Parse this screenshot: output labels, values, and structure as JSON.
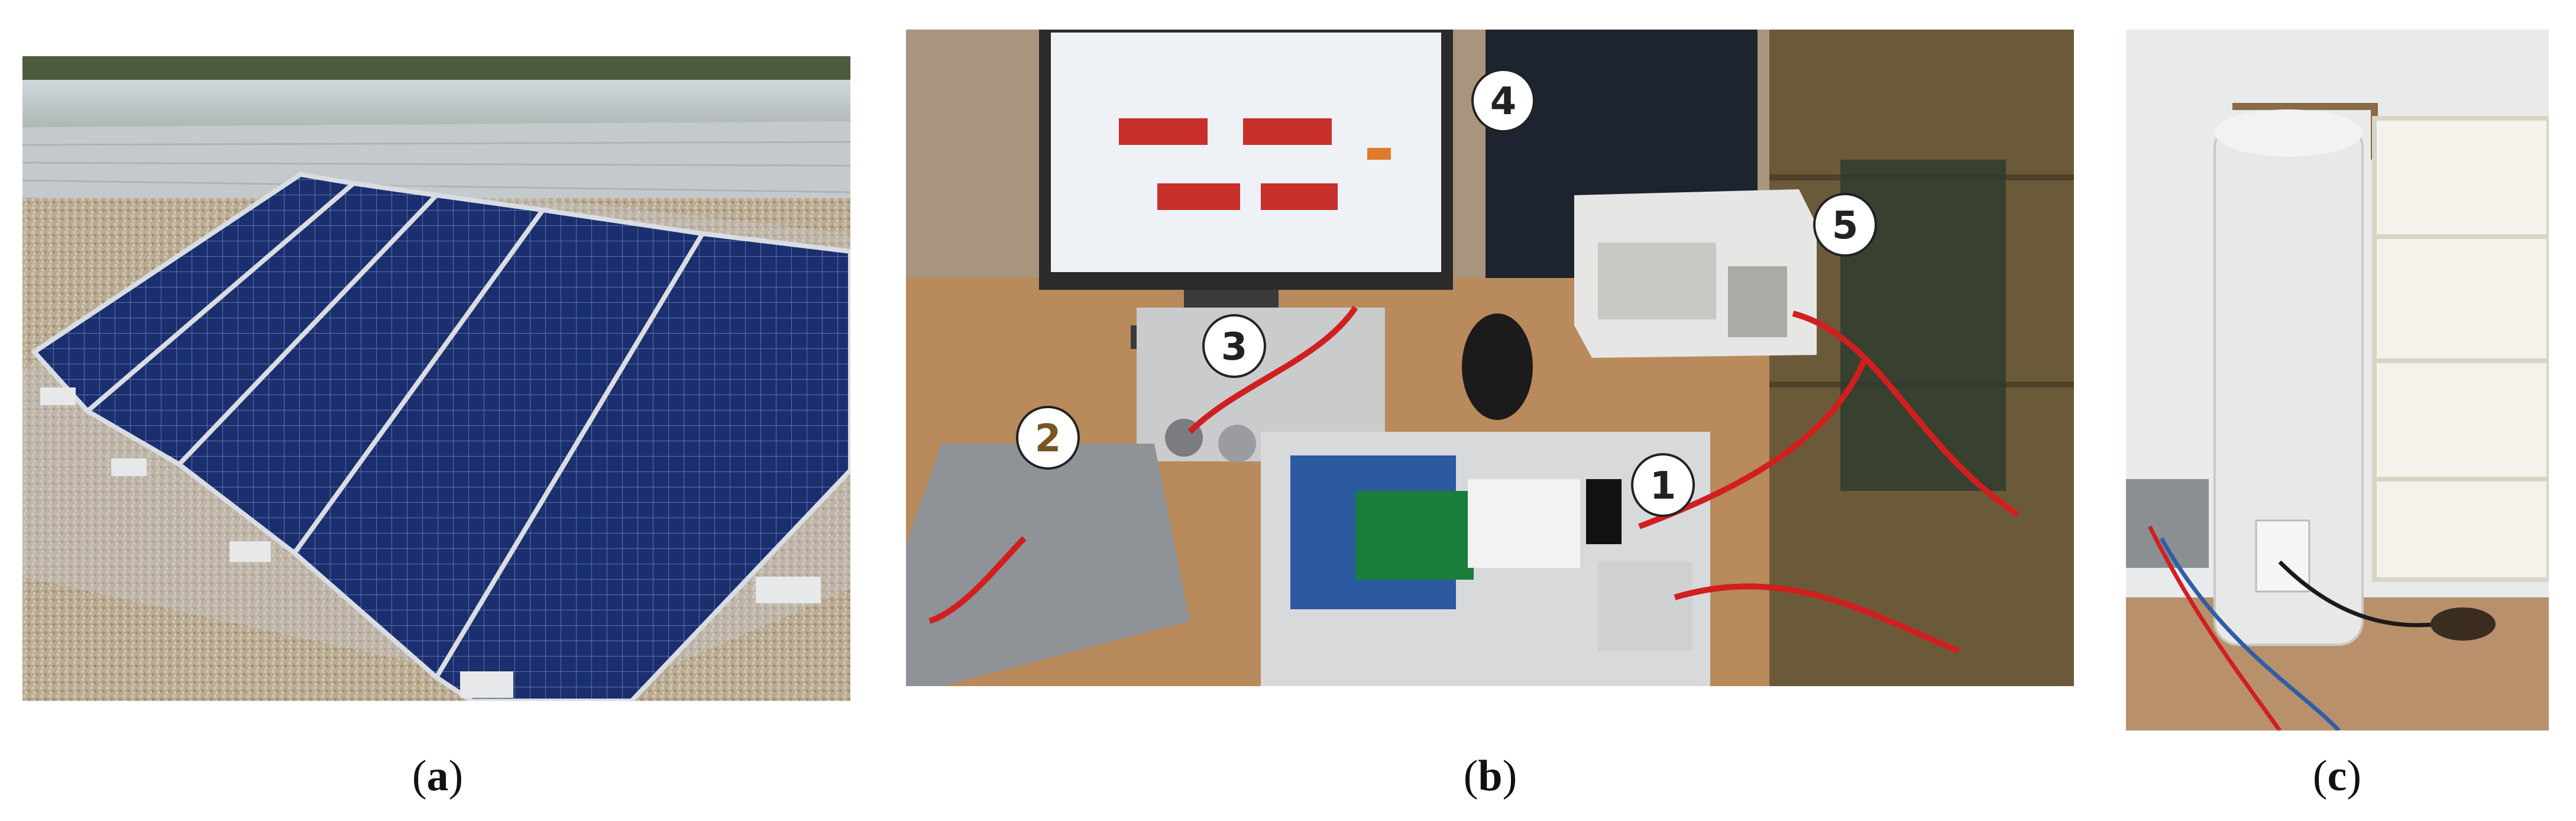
{
  "panels": [
    {
      "id": "a",
      "caption_open": "(",
      "caption_letter": "a",
      "caption_close": ")",
      "subject": "rooftop photovoltaic panel array"
    },
    {
      "id": "b",
      "caption_open": "(",
      "caption_letter": "b",
      "caption_close": ")",
      "subject": "laboratory test bench",
      "markers": [
        "1",
        "2",
        "3",
        "4",
        "5"
      ]
    },
    {
      "id": "c",
      "caption_open": "(",
      "caption_letter": "c",
      "caption_close": ")",
      "subject": "electric water heater tank"
    }
  ],
  "colors": {
    "panel_blue": "#1b2f6e",
    "cell_line": "#6f86c4",
    "frame": "#d9dde3",
    "gravel": "#b8a88f",
    "table_wood": "#b9895a",
    "wire_red": "#d11f1f",
    "enclosure_grey": "#d3d6da",
    "tank_white": "#e8e8e6"
  }
}
